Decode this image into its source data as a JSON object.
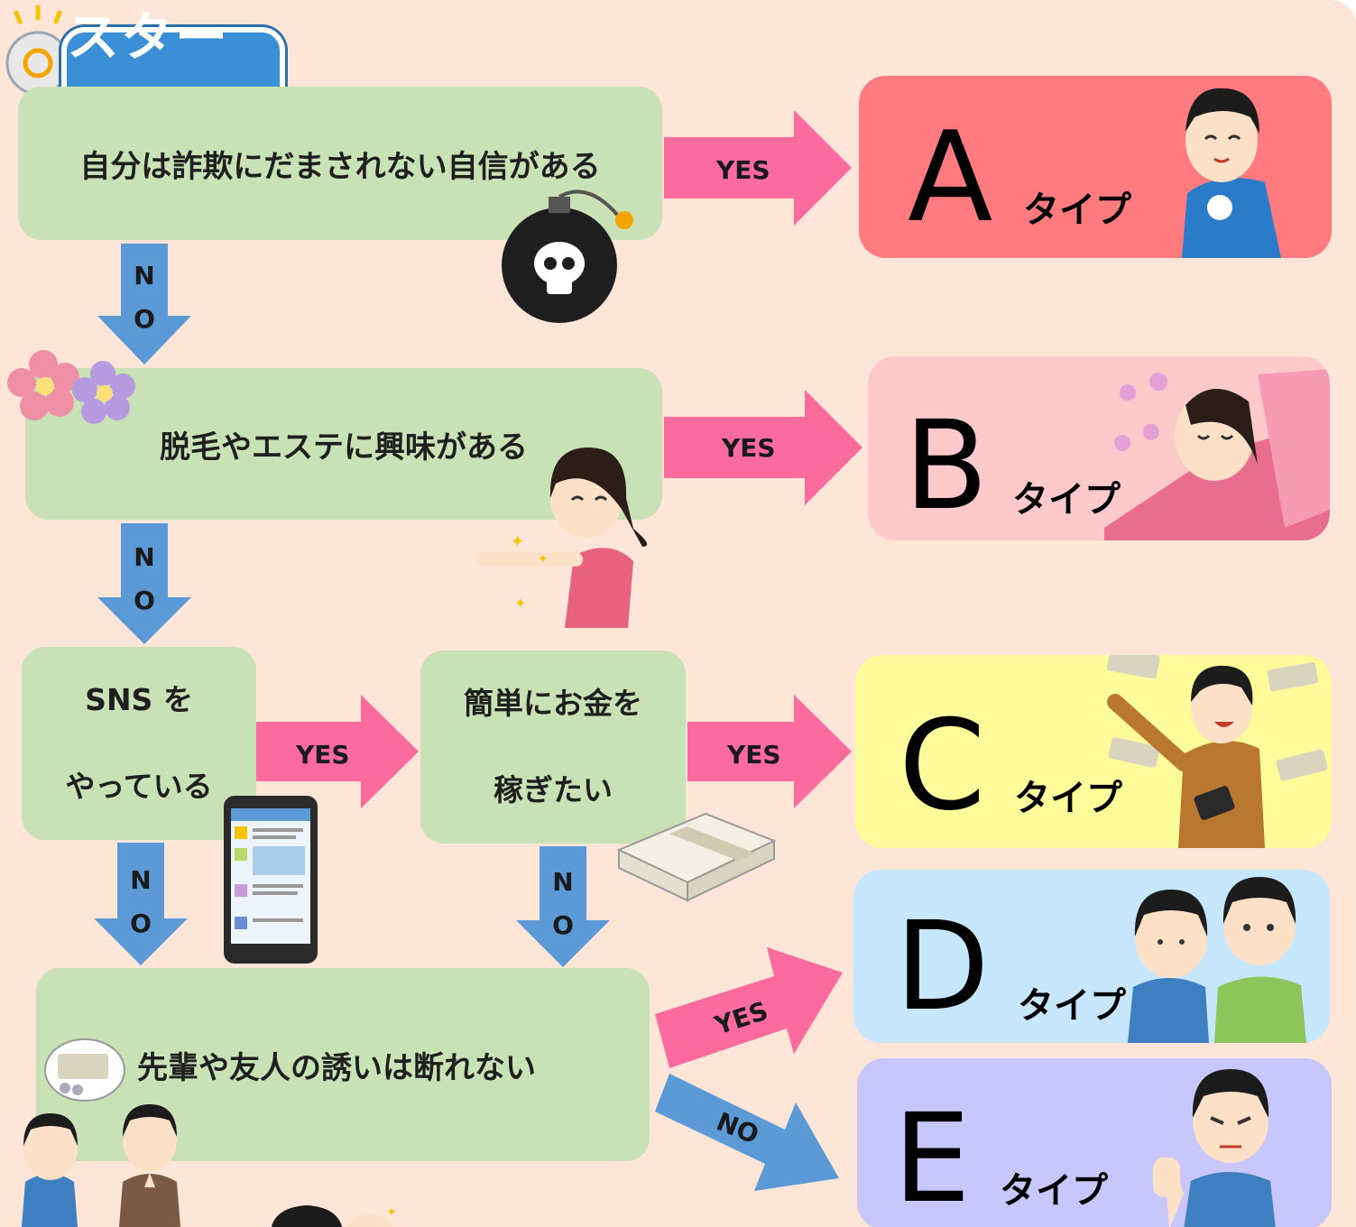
{
  "start": "スタート",
  "questions": {
    "q1": "自分は詐欺にだまされない自信がある",
    "q2": "脱毛やエステに興味がある",
    "q3_line1": "SNS を",
    "q3_line2": "やっている",
    "q4_line1": "簡単にお金を",
    "q4_line2": "稼ぎたい",
    "q5": "先輩や友人の誘いは断れない"
  },
  "labels": {
    "yes": "YES",
    "no": "NO",
    "no_n": "N",
    "no_o": "O"
  },
  "results": {
    "a": {
      "letter": "A",
      "suffix": "タイプ"
    },
    "b": {
      "letter": "B",
      "suffix": "タイプ"
    },
    "c": {
      "letter": "C",
      "suffix": "タイプ"
    },
    "d": {
      "letter": "D",
      "suffix": "タイプ"
    },
    "e": {
      "letter": "E",
      "suffix": "タイプ"
    }
  },
  "colors": {
    "background": "#fde5d7",
    "question": "#c8e1b5",
    "yes_arrow": "#fb6b9e",
    "no_arrow": "#5b9ad6",
    "a": "#ff7b80",
    "b": "#fec9cb",
    "c": "#fdfb9a",
    "d": "#c6e7fe",
    "e": "#c7c6fd"
  }
}
